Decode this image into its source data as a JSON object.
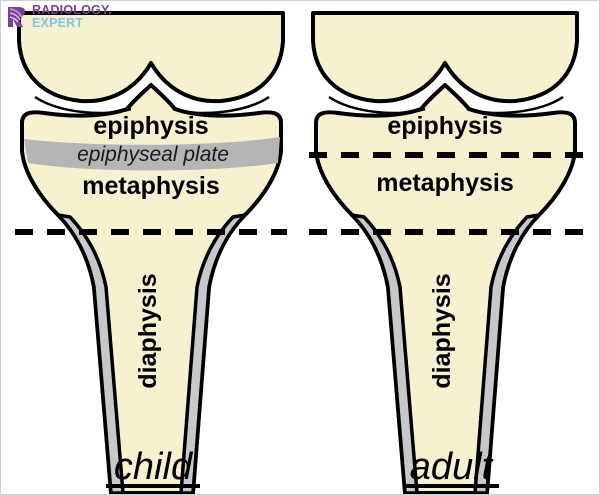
{
  "logo": {
    "name": "radiology-expert-logo",
    "line1": "RADIOLOGY.",
    "line2": "EXPERT",
    "icon": "stylized-r-mark-icon",
    "color_line1": "#7b3f98",
    "color_line2": "#7ec8e3"
  },
  "figure": {
    "title_alt": "Long bone anatomy: child versus adult",
    "colors": {
      "bone_fill": "#f6f2cf",
      "cortex_gray": "#c8c8c8",
      "growth_plate_gray": "#b5b5b5",
      "outline_black": "#000000",
      "background": "#ffffff",
      "border": "#cfcfcf"
    }
  },
  "panels": [
    {
      "id": "child",
      "caption": "child",
      "labels": {
        "epiphysis": "epiphysis",
        "epiphyseal_plate": "epiphyseal plate",
        "metaphysis": "metaphysis",
        "diaphysis": "diaphysis"
      },
      "has_growth_plate_band": true,
      "has_fusion_dashed_line": false
    },
    {
      "id": "adult",
      "caption": "adult",
      "labels": {
        "epiphysis": "epiphysis",
        "metaphysis": "metaphysis",
        "diaphysis": "diaphysis"
      },
      "has_growth_plate_band": false,
      "has_fusion_dashed_line": true
    }
  ]
}
